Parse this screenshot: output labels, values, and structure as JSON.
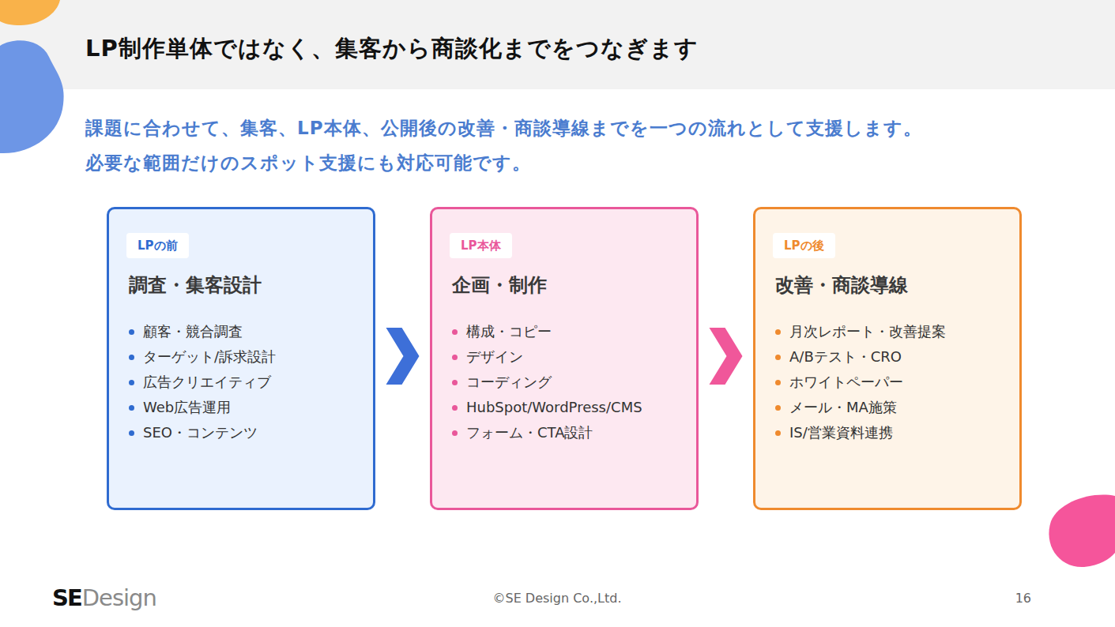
{
  "diagram": {
    "title": "LP制作単体ではなく、集客から商談化までをつなぎます",
    "nodes": [
      {
        "text": [
          "調査・集客設計",
          "顧客・競合調査",
          "ターゲット/訴求設計",
          "広告クリエイティブ",
          "Web広告運用",
          "SEO・コンテンツ"
        ]
      },
      {
        "text": [
          "LPの前"
        ],
        "in": 0
      },
      {
        "text": [
          "企画・制作",
          "構成・コピー",
          "デザイン",
          "コーディング",
          "HubSpot/WordPress/CMS",
          "フォーム・CTA設計"
        ]
      },
      {
        "text": [
          "LP本体"
        ],
        "in": 2
      },
      {
        "text": [
          "改善・商談導線",
          "月次レポート・改善提案",
          "A/Bテスト・CRO",
          "ホワイトペーパー",
          "メール・MA施策",
          "IS/営業資料連携"
        ]
      },
      {
        "text": [
          "LPの後"
        ],
        "in": 4
      }
    ],
    "edges": [
      {
        "from": 0,
        "to": 2,
        "arrow": "to"
      },
      {
        "from": 2,
        "to": 4,
        "arrow": "to"
      }
    ],
    "labels": [
      "課題に合わせて、集客、LP本体、公開後の改善・商談導線までを一つの流れとして支援します。",
      "必要な範囲だけのスポット支援にも対応可能です。",
      "SE",
      "Design",
      "©SE Design Co.,Ltd.",
      "16"
    ]
  }
}
